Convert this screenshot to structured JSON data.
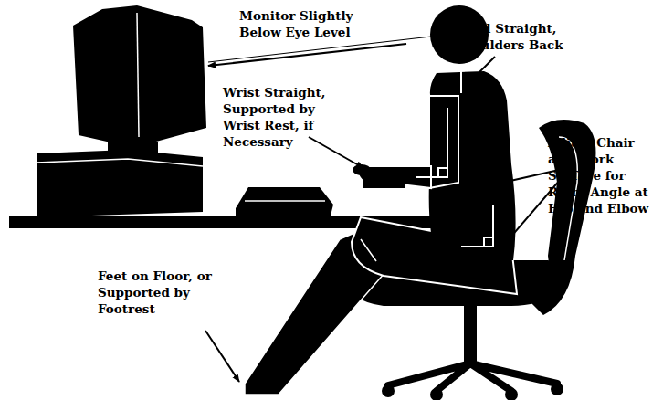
{
  "diagram": {
    "labels": [
      "Monitor Slightly Below Eye Level",
      "Head Straight, Shoulders Back",
      "Wrist Straight, Supported by Wrist Rest, if Necessary",
      "Adjust Chair and Work Surface for Right Angle at Hip and Elbow",
      "Feet on Floor, or Supported by Footrest"
    ]
  }
}
